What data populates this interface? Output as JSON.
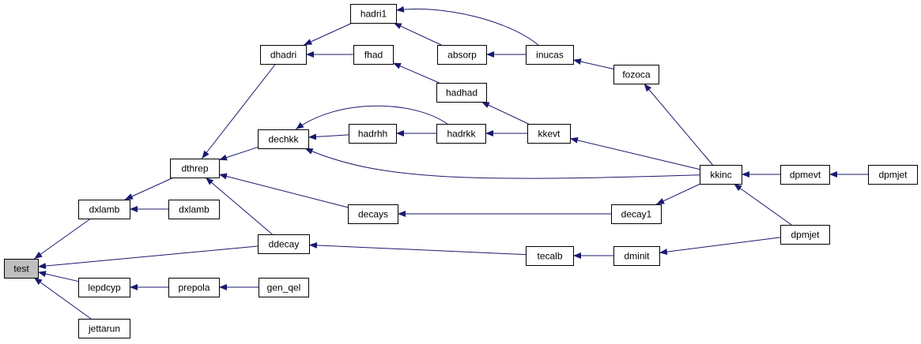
{
  "graph": {
    "nodes": [
      {
        "id": "test",
        "label": "test",
        "root": true
      },
      {
        "id": "dxlamb1",
        "label": "dxlamb"
      },
      {
        "id": "dxlamb2",
        "label": "dxlamb"
      },
      {
        "id": "lepdcyp",
        "label": "lepdcyp"
      },
      {
        "id": "jettarun",
        "label": "jettarun"
      },
      {
        "id": "dthrep",
        "label": "dthrep"
      },
      {
        "id": "dhadri",
        "label": "dhadri"
      },
      {
        "id": "dechkk",
        "label": "dechkk"
      },
      {
        "id": "ddecay",
        "label": "ddecay"
      },
      {
        "id": "prepola",
        "label": "prepola"
      },
      {
        "id": "gen_qel",
        "label": "gen_qel"
      },
      {
        "id": "hadri1",
        "label": "hadri1"
      },
      {
        "id": "fhad",
        "label": "fhad"
      },
      {
        "id": "hadrhh",
        "label": "hadrhh"
      },
      {
        "id": "decays",
        "label": "decays"
      },
      {
        "id": "absorp",
        "label": "absorp"
      },
      {
        "id": "hadhad",
        "label": "hadhad"
      },
      {
        "id": "hadrkk",
        "label": "hadrkk"
      },
      {
        "id": "tecalb",
        "label": "tecalb"
      },
      {
        "id": "inucas",
        "label": "inucas"
      },
      {
        "id": "kkevt",
        "label": "kkevt"
      },
      {
        "id": "fozoca",
        "label": "fozoca"
      },
      {
        "id": "decay1",
        "label": "decay1"
      },
      {
        "id": "dminit",
        "label": "dminit"
      },
      {
        "id": "kkinc",
        "label": "kkinc"
      },
      {
        "id": "dpmevt",
        "label": "dpmevt"
      },
      {
        "id": "dpmjet1",
        "label": "dpmjet"
      },
      {
        "id": "dpmjet2",
        "label": "dpmjet"
      }
    ],
    "edges": [
      {
        "from": "dxlamb1",
        "to": "test"
      },
      {
        "from": "ddecay",
        "to": "test"
      },
      {
        "from": "lepdcyp",
        "to": "test"
      },
      {
        "from": "jettarun",
        "to": "test"
      },
      {
        "from": "dthrep",
        "to": "dxlamb1"
      },
      {
        "from": "dxlamb2",
        "to": "dxlamb1"
      },
      {
        "from": "dhadri",
        "to": "dthrep"
      },
      {
        "from": "dechkk",
        "to": "dthrep"
      },
      {
        "from": "decays",
        "to": "dthrep"
      },
      {
        "from": "ddecay",
        "to": "dthrep"
      },
      {
        "from": "prepola",
        "to": "lepdcyp"
      },
      {
        "from": "gen_qel",
        "to": "prepola"
      },
      {
        "from": "hadri1",
        "to": "dhadri"
      },
      {
        "from": "fhad",
        "to": "dhadri"
      },
      {
        "from": "absorp",
        "to": "hadri1"
      },
      {
        "from": "inucas",
        "to": "hadri1"
      },
      {
        "from": "inucas",
        "to": "absorp"
      },
      {
        "from": "hadhad",
        "to": "fhad"
      },
      {
        "from": "kkevt",
        "to": "hadhad"
      },
      {
        "from": "fozoca",
        "to": "inucas"
      },
      {
        "from": "kkinc",
        "to": "fozoca"
      },
      {
        "from": "hadrhh",
        "to": "dechkk"
      },
      {
        "from": "hadrkk",
        "to": "dechkk"
      },
      {
        "from": "kkinc",
        "to": "dechkk"
      },
      {
        "from": "hadrkk",
        "to": "hadrhh"
      },
      {
        "from": "kkevt",
        "to": "hadrkk"
      },
      {
        "from": "kkinc",
        "to": "kkevt"
      },
      {
        "from": "decay1",
        "to": "decays"
      },
      {
        "from": "kkinc",
        "to": "decay1"
      },
      {
        "from": "tecalb",
        "to": "ddecay"
      },
      {
        "from": "dminit",
        "to": "tecalb"
      },
      {
        "from": "dpmjet2",
        "to": "dminit"
      },
      {
        "from": "dpmevt",
        "to": "kkinc"
      },
      {
        "from": "dpmjet2",
        "to": "kkinc"
      },
      {
        "from": "dpmjet1",
        "to": "dpmevt"
      }
    ]
  },
  "colors": {
    "edge": "#191970",
    "root_fill": "#bfbfbf",
    "node_fill": "#ffffff",
    "node_border": "#000000"
  }
}
